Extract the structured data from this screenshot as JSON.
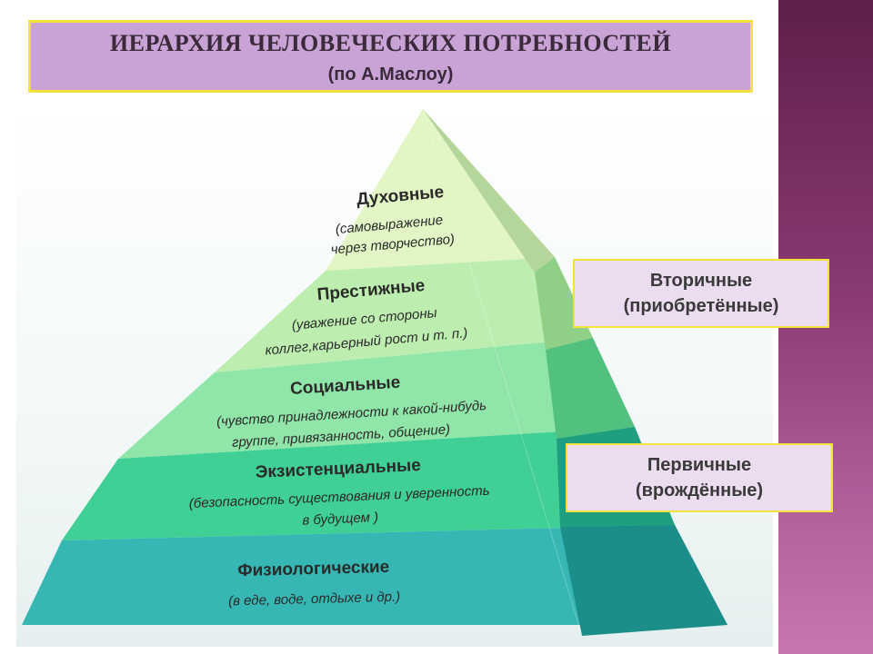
{
  "header": {
    "title": "ИЕРАРХИЯ ЧЕЛОВЕЧЕСКИХ ПОТРЕБНОСТЕЙ",
    "subtitle": "(по А.Маслоу)"
  },
  "side_labels": {
    "secondary_line1": "Вторичные",
    "secondary_line2": "(приобретённые)",
    "primary_line1": "Первичные",
    "primary_line2": "(врождённые)"
  },
  "levels": [
    {
      "name": "Духовные",
      "desc1": "(самовыражение",
      "desc2": "через творчество)",
      "color": "#e2f5c4"
    },
    {
      "name": "Престижные",
      "desc1": "(уважение со стороны",
      "desc2": "коллег,карьерный рост и т. п.)",
      "color": "#bdeeb0"
    },
    {
      "name": "Социальные",
      "desc1": "(чувство принадлежности к какой-нибудь",
      "desc2": "группе, привязанность, общение)",
      "color": "#8fe6a8"
    },
    {
      "name": "Экзистенциальные",
      "desc1": "(безопасность существования и уверенность",
      "desc2": "в будущем )",
      "color": "#40cf95"
    },
    {
      "name": "Физиологические",
      "desc1": "(в еде, воде, отдыхе и др.)",
      "desc2": "",
      "color": "#36b7b3"
    }
  ],
  "colors": {
    "title_bg": "#c9a2d6",
    "title_border": "#f2e23a",
    "label_bg": "#ecdcef",
    "side_band": "#8a3a72"
  }
}
